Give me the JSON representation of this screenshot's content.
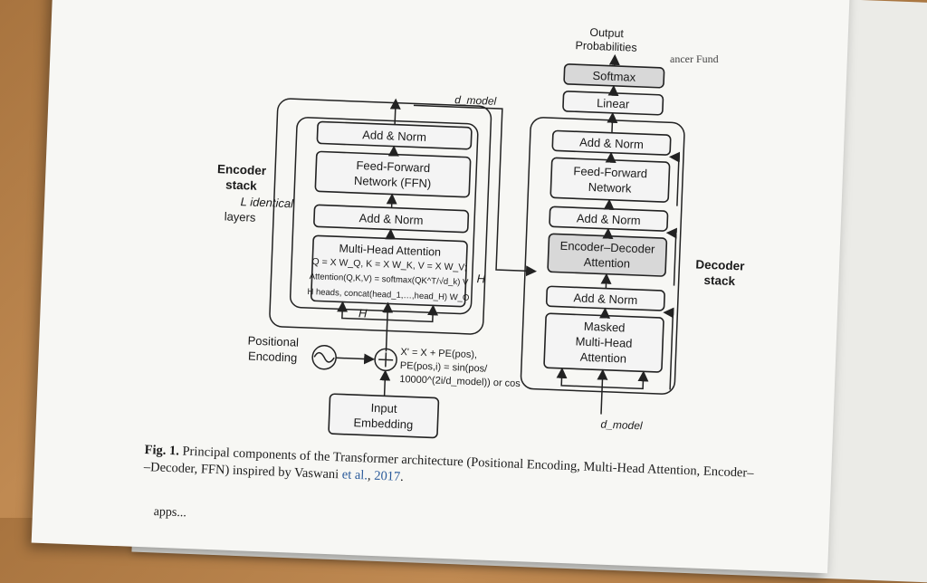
{
  "header": {
    "corner_text": "ancer Fund"
  },
  "encoder": {
    "side_label_1": "Encoder",
    "side_label_2": "stack",
    "side_label_3": "L identical",
    "side_label_4": "layers",
    "add_norm_top": "Add & Norm",
    "ffn_line1": "Feed-Forward",
    "ffn_line2": "Network (FFN)",
    "add_norm_mid": "Add & Norm",
    "mha_title": "Multi-Head Attention",
    "mha_line1": "Q = X W_Q, K = X W_K, V = X W_V;",
    "mha_line2": "Attention(Q,K,V) = softmax(QK^T/√d_k) V",
    "mha_line3": "H heads, concat(head_1,…,head_H) W_O",
    "h_label_right": "H",
    "h_label_bottom": "H",
    "dmodel_top": "d_model",
    "pos_enc_line1": "Positional",
    "pos_enc_line2": "Encoding",
    "formula_line1": "X' = X + PE(pos),",
    "formula_line2": "PE(pos,i) = sin(pos/",
    "formula_line3": "10000^(2i/d_model)) or cos",
    "input_line1": "Input",
    "input_line2": "Embedding"
  },
  "decoder": {
    "output_line1": "Output",
    "output_line2": "Probabilities",
    "softmax": "Softmax",
    "linear": "Linear",
    "add_norm_top": "Add & Norm",
    "ffn_line1": "Feed-Forward",
    "ffn_line2": "Network",
    "add_norm_2": "Add & Norm",
    "encdec_line1": "Encoder–Decoder",
    "encdec_line2": "Attention",
    "add_norm_3": "Add & Norm",
    "masked_line1": "Masked",
    "masked_line2": "Multi-Head",
    "masked_line3": "Attention",
    "side_label_1": "Decoder",
    "side_label_2": "stack",
    "dmodel_bottom": "d_model"
  },
  "caption": {
    "fig_label": "Fig. 1.",
    "text_1": "Principal components of the Transformer architecture (Positional Encoding, Multi-Head Attention, Encoder–",
    "text_2": "–Decoder, FFN) inspired by Vaswani",
    "et_al": "et al.",
    "year": "2017",
    "text_end": "."
  },
  "bottom": {
    "partial_text": "apps..."
  }
}
